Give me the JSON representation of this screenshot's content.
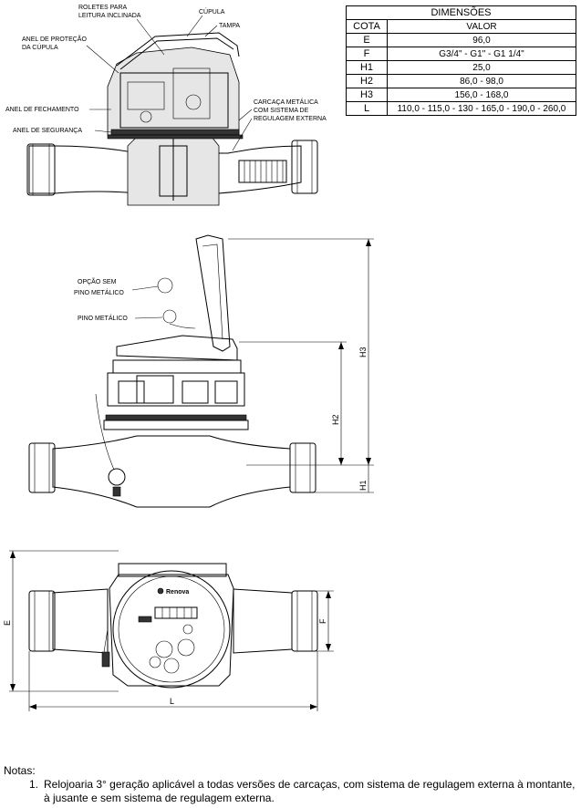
{
  "section_view": {
    "labels": {
      "roletes": [
        "ROLETES PARA",
        "LEITURA INCLINADA"
      ],
      "cupula": "CÚPULA",
      "tampa": "TAMPA",
      "anel_protecao": [
        "ANEL DE PROTEÇÃO",
        "DA CÚPULA"
      ],
      "anel_fechamento": "ANEL DE FECHAMENTO",
      "anel_seguranca": "ANEL DE SEGURANÇA",
      "carcaca": [
        "CARCAÇA METÁLICA",
        "COM SISTEMA DE",
        "REGULAGEM EXTERNA"
      ]
    }
  },
  "dimensions_table": {
    "title": "DIMENSÕES",
    "headers": [
      "COTA",
      "VALOR"
    ],
    "rows": [
      {
        "cota": "E",
        "valor": "96,0"
      },
      {
        "cota": "F",
        "valor": "G3/4\" - G1\" - G1 1/4\""
      },
      {
        "cota": "H1",
        "valor": "25,0"
      },
      {
        "cota": "H2",
        "valor": "86,0 - 98,0"
      },
      {
        "cota": "H3",
        "valor": "156,0 - 168,0"
      },
      {
        "cota": "L",
        "valor": "110,0 - 115,0 - 130 - 165,0 - 190,0 - 260,0"
      }
    ]
  },
  "side_view": {
    "labels": {
      "opcao_sem_pino": [
        "OPÇÃO SEM",
        "PINO METÁLICO"
      ],
      "pino_metalico": "PINO METÁLICO"
    },
    "dim_labels": {
      "h1": "H1",
      "h2": "H2",
      "h3": "H3"
    }
  },
  "top_view": {
    "brand": "Renova",
    "dim_labels": {
      "e": "E",
      "f": "F",
      "l": "L"
    }
  },
  "notes": {
    "title": "Notas:",
    "items": [
      {
        "number": "1.",
        "text": "Relojoaria 3° geração aplicável a todas versões de carcaças, com sistema de regulagem externa à montante, à jusante e sem sistema de regulagem externa."
      }
    ]
  }
}
